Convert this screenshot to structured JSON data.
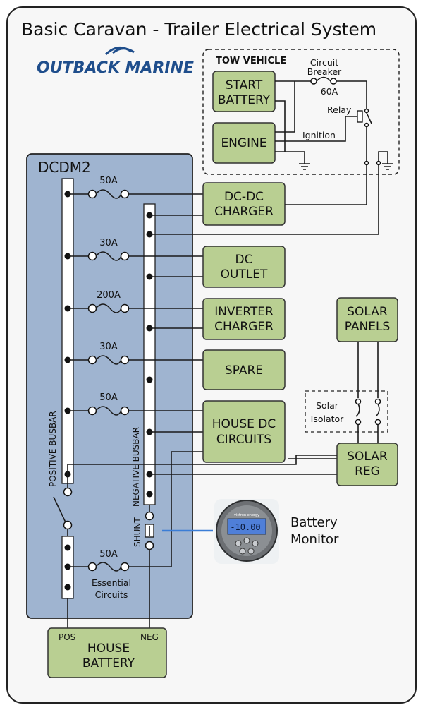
{
  "title": "Basic Caravan - Trailer Electrical System",
  "logo": {
    "text": "OUTBACK MARINE",
    "color": "#1f4e8c"
  },
  "tow_vehicle": {
    "heading": "TOW VEHICLE",
    "start_battery": [
      "START",
      "BATTERY"
    ],
    "engine": "ENGINE",
    "circuit_breaker": [
      "Circuit",
      "Breaker"
    ],
    "breaker_rating": "60A",
    "relay": "Relay",
    "ignition": "Ignition"
  },
  "dcdm": {
    "label": "DCDM2",
    "positive_busbar": "POSITIVE BUSBAR",
    "negative_busbar": "NEGATIVE BUSBAR",
    "shunt": "SHUNT",
    "fuses": [
      "50A",
      "30A",
      "200A",
      "30A",
      "50A"
    ],
    "essential_fuse": "50A",
    "essential_label": [
      "Essential",
      "Circuits"
    ]
  },
  "loads": [
    [
      "DC-DC",
      "CHARGER"
    ],
    [
      "DC",
      "OUTLET"
    ],
    [
      "INVERTER",
      "CHARGER"
    ],
    [
      "SPARE"
    ],
    [
      "HOUSE DC",
      "CIRCUITS"
    ]
  ],
  "solar": {
    "panels": [
      "SOLAR",
      "PANELS"
    ],
    "isolator": [
      "Solar",
      "Isolator"
    ],
    "regulator": [
      "SOLAR",
      "REG"
    ]
  },
  "battery_monitor": {
    "label": [
      "Battery",
      "Monitor"
    ],
    "brand": "victron energy",
    "reading": "-10.00"
  },
  "house_battery": {
    "label": [
      "HOUSE",
      "BATTERY"
    ],
    "pos": "POS",
    "neg": "NEG"
  },
  "colors": {
    "panel_blue": "#9fb4d0",
    "box_green": "#b9cf92",
    "monitor_wire": "#3a7dd6"
  }
}
